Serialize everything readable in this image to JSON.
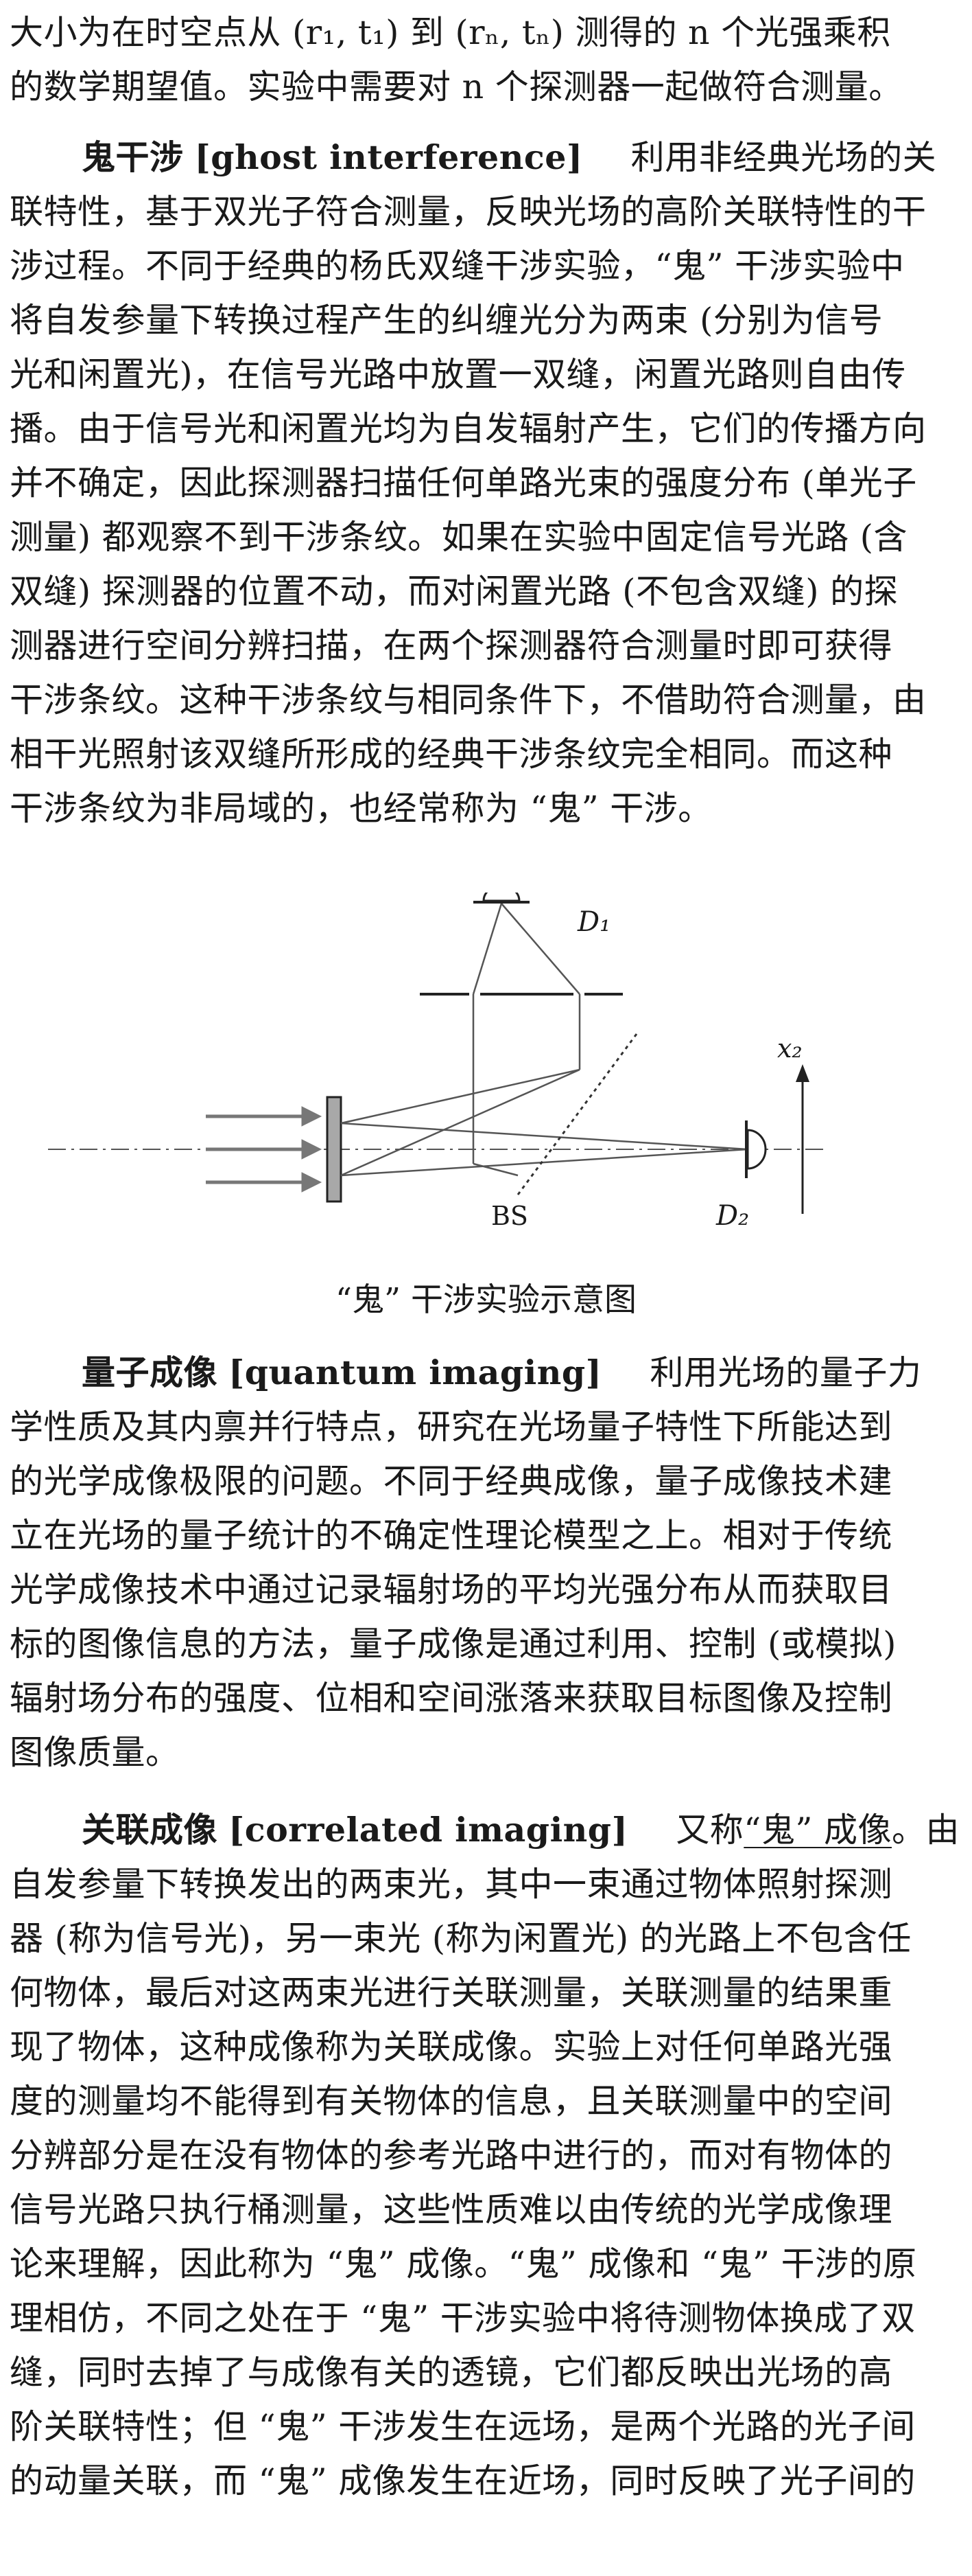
{
  "intro": {
    "lines": [
      "大小为在时空点从 (r₁, t₁) 到 (rₙ, tₙ) 测得的 n 个光强乘积",
      "的数学期望值。实验中需要对 n 个探测器一起做符合测量。"
    ]
  },
  "ghost_interference": {
    "term": "鬼干涉",
    "english": "[ghost interference]",
    "first_line_rest": "利用非经典光场的关",
    "lines": [
      "联特性，基于双光子符合测量，反映光场的高阶关联特性的干",
      "涉过程。不同于经典的杨氏双缝干涉实验，“鬼” 干涉实验中",
      "将自发参量下转换过程产生的纠缠光分为两束 (分别为信号",
      "光和闲置光)，在信号光路中放置一双缝，闲置光路则自由传",
      "播。由于信号光和闲置光均为自发辐射产生，它们的传播方向",
      "并不确定，因此探测器扫描任何单路光束的强度分布 (单光子",
      "测量) 都观察不到干涉条纹。如果在实验中固定信号光路 (含",
      "双缝) 探测器的位置不动，而对闲置光路 (不包含双缝) 的探",
      "测器进行空间分辨扫描，在两个探测器符合测量时即可获得",
      "干涉条纹。这种干涉条纹与相同条件下，不借助符合测量，由",
      "相干光照射该双缝所形成的经典干涉条纹完全相同。而这种",
      "干涉条纹为非局域的，也经常称为 “鬼” 干涉。"
    ]
  },
  "figure": {
    "label_d1": "D₁",
    "label_d2": "D₂",
    "label_x2": "x₂",
    "label_bs": "BS",
    "caption": "“鬼” 干涉实验示意图"
  },
  "quantum_imaging": {
    "term": "量子成像",
    "english": "[quantum imaging]",
    "first_line_rest": "利用光场的量子力",
    "lines": [
      "学性质及其内禀并行特点，研究在光场量子特性下所能达到",
      "的光学成像极限的问题。不同于经典成像，量子成像技术建",
      "立在光场的量子统计的不确定性理论模型之上。相对于传统",
      "光学成像技术中通过记录辐射场的平均光强分布从而获取目",
      "标的图像信息的方法，量子成像是通过利用、控制 (或模拟)",
      "辐射场分布的强度、位相和空间涨落来获取目标图像及控制",
      "图像质量。"
    ]
  },
  "correlated_imaging": {
    "term": "关联成像",
    "english": "[correlated imaging]",
    "first_line_rest_a": "又称",
    "first_line_link": "“鬼” 成像",
    "first_line_rest_b": "。由",
    "lines": [
      "自发参量下转换发出的两束光，其中一束通过物体照射探测",
      "器 (称为信号光)，另一束光 (称为闲置光) 的光路上不包含任",
      "何物体，最后对这两束光进行关联测量，关联测量的结果重",
      "现了物体，这种成像称为关联成像。实验上对任何单路光强",
      "度的测量均不能得到有关物体的信息，且关联测量中的空间",
      "分辨部分是在没有物体的参考光路中进行的，而对有物体的",
      "信号光路只执行桶测量，这些性质难以由传统的光学成像理",
      "论来理解，因此称为 “鬼” 成像。“鬼” 成像和 “鬼” 干涉的原",
      "理相仿，不同之处在于 “鬼” 干涉实验中将待测物体换成了双",
      "缝，同时去掉了与成像有关的透镜，它们都反映出光场的高",
      "阶关联特性；但 “鬼” 干涉发生在远场，是两个光路的光子间",
      "的动量关联，而 “鬼” 成像发生在近场，同时反映了光子间的"
    ]
  }
}
